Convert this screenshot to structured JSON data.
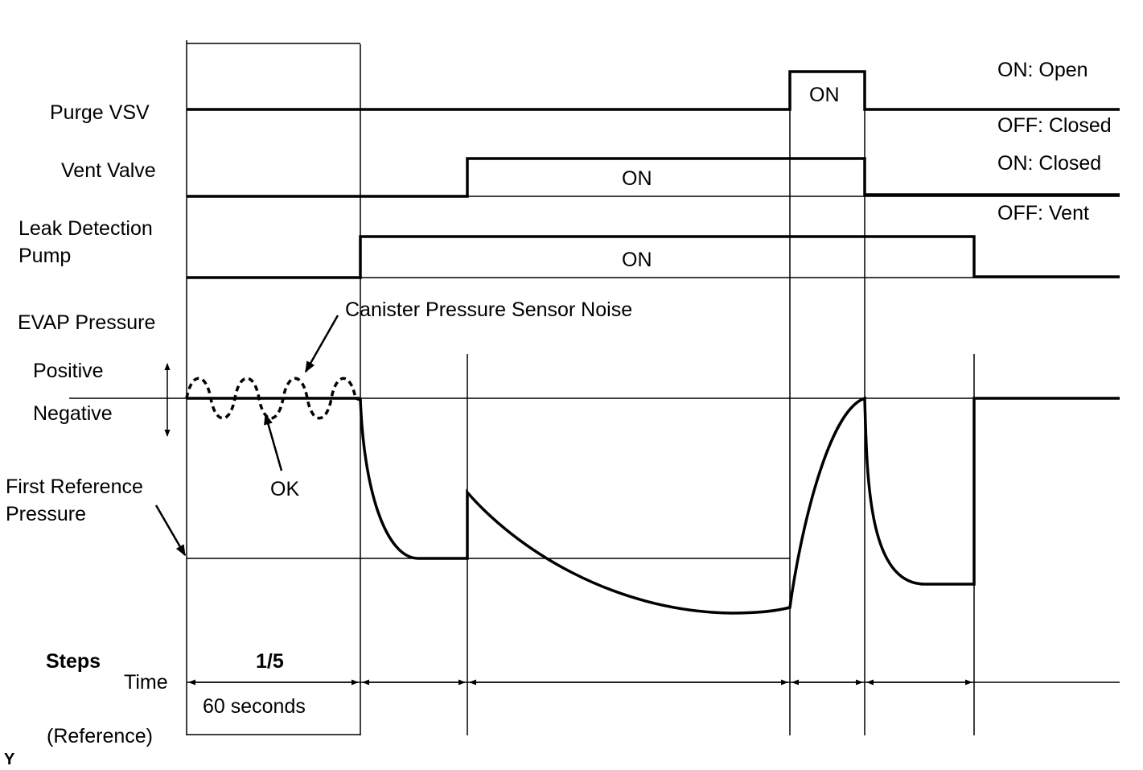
{
  "signals": {
    "purge_vsv": "Purge VSV",
    "vent_valve": "Vent Valve",
    "leak_pump_line1": "Leak Detection",
    "leak_pump_line2": "Pump",
    "evap_pressure": "EVAP Pressure",
    "positive": "Positive",
    "negative": "Negative",
    "first_ref_line1": "First Reference",
    "first_ref_line2": "Pressure"
  },
  "states": {
    "purge_on": "ON",
    "vent_on": "ON",
    "pump_on": "ON",
    "purge_on_desc": "ON: Open",
    "purge_off_desc": "OFF: Closed",
    "vent_on_desc": "ON: Closed",
    "vent_off_desc": "OFF: Vent"
  },
  "annotations": {
    "noise": "Canister Pressure Sensor Noise",
    "ok": "OK"
  },
  "timeline": {
    "steps_label": "Steps",
    "time_label": "Time",
    "reference_label": "(Reference)",
    "step_value": "1/5",
    "duration": "60 seconds"
  },
  "corner_mark": "Y"
}
